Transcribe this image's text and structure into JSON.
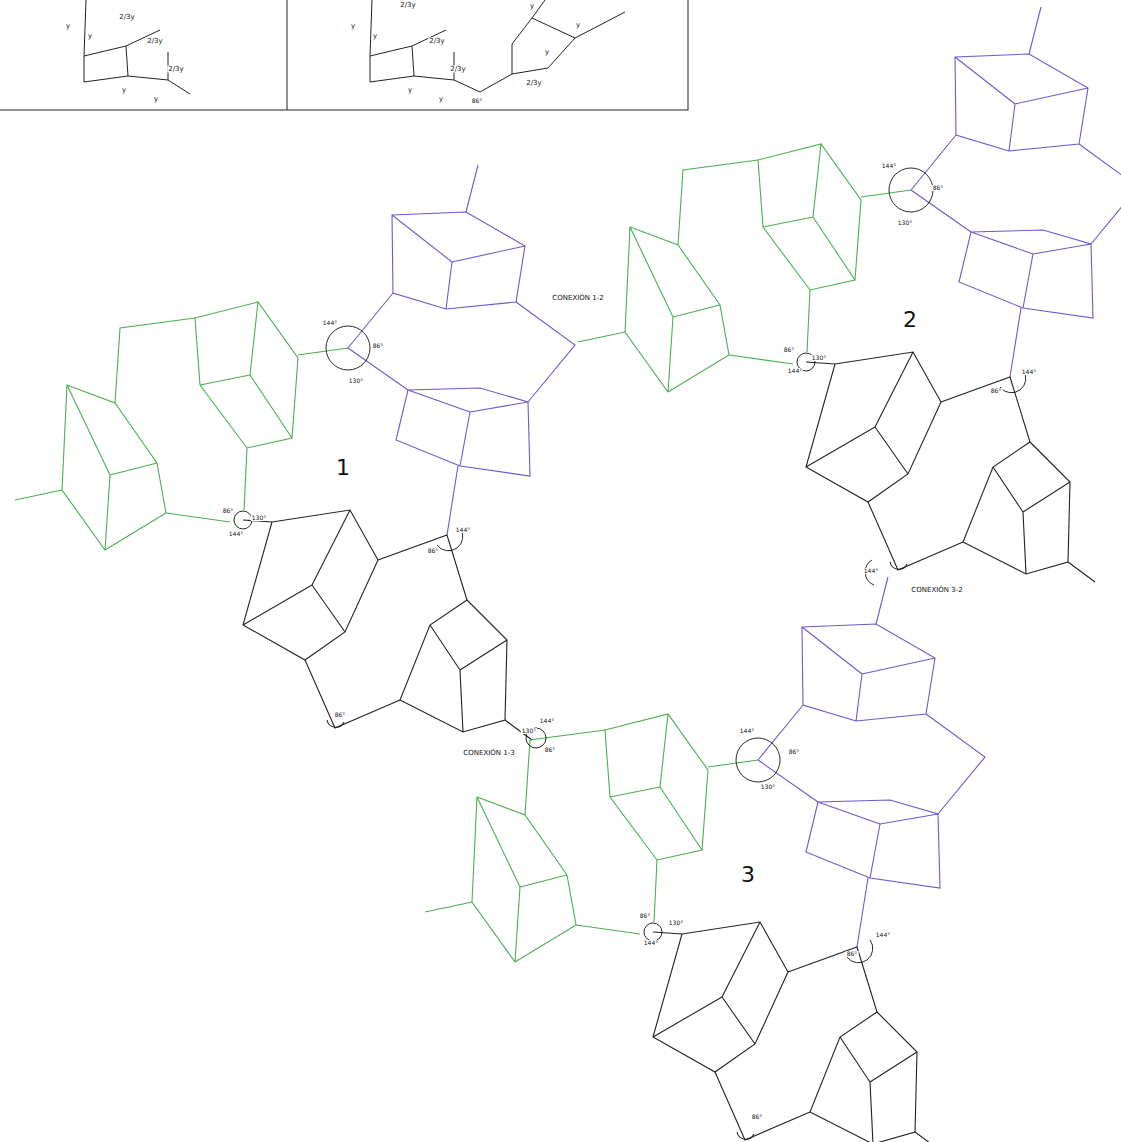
{
  "diagram": {
    "labels": [
      "2/3y",
      "y",
      "y",
      "2/3y",
      "2/3y",
      "y",
      "y",
      "2/3y",
      "y",
      "y",
      "2/3y",
      "2/3y",
      "y",
      "y",
      "y",
      "y",
      "y",
      "2/3y",
      "86°",
      "CONEXIÓN 1-2",
      "CONEXIÓN 3-2",
      "CONEXIÓN 1-3",
      "1",
      "2",
      "3",
      "144°",
      "86°",
      "130°",
      "86°",
      "130°",
      "144°",
      "144°",
      "86°",
      "86°",
      "144°",
      "86°",
      "130°",
      "86°",
      "130°",
      "144°",
      "144°",
      "86°",
      "144°",
      "144°",
      "130°",
      "86°",
      "144°",
      "86°",
      "130°",
      "86°",
      "130°",
      "144°",
      "144°",
      "86°",
      "86°"
    ]
  }
}
